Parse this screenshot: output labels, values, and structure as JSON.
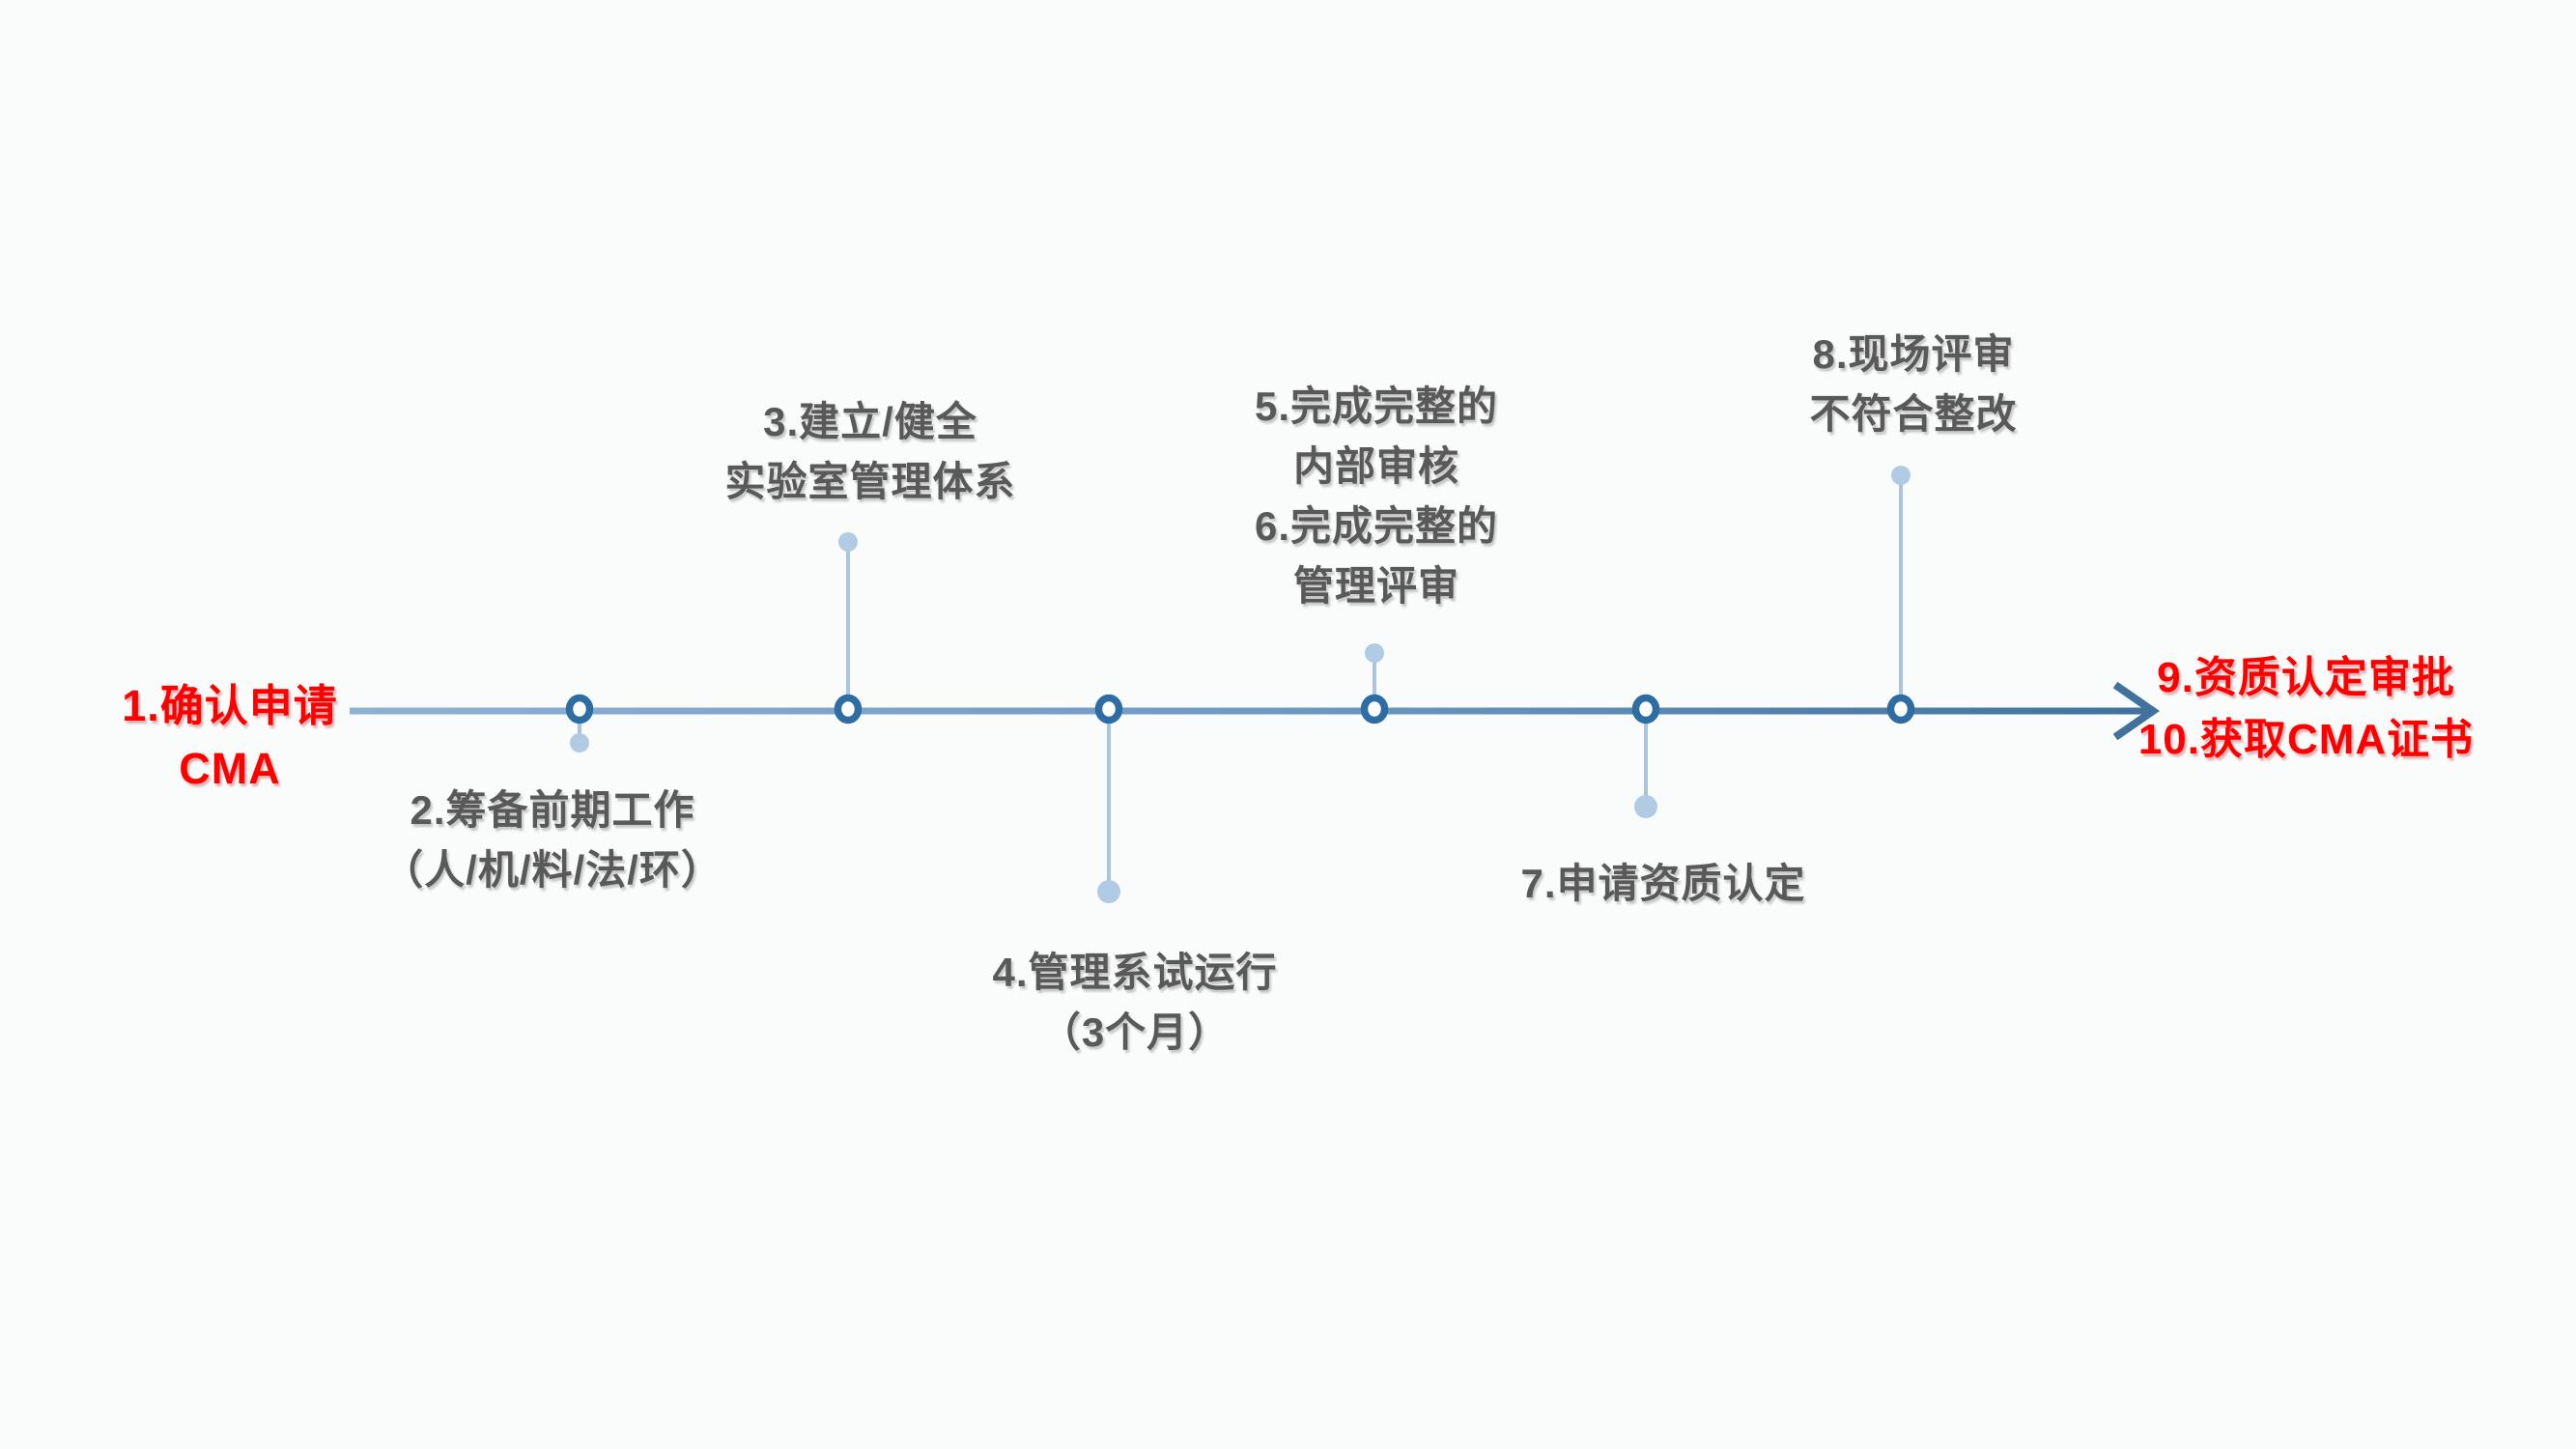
{
  "title": "CMA certification process timeline",
  "colors": {
    "background": "#fafcfc",
    "line_start": "#8fb0d4",
    "line_mid": "#6f9ac6",
    "line_end": "#41719c",
    "arrow": "#41719c",
    "ring": "#2e6da4",
    "ring_fill": "#ffffff",
    "stem": "#a9c5e2",
    "dot": "#b1cbe5",
    "label_gray": "#595959",
    "label_red": "#fe0000"
  },
  "steps": [
    {
      "id": "step-1",
      "placement": "start-left",
      "emphasis": "red",
      "lines": [
        "1.确认申请",
        "CMA"
      ]
    },
    {
      "id": "step-2",
      "placement": "below",
      "emphasis": "gray",
      "lines": [
        "2.筹备前期工作",
        "（人/机/料/法/环）"
      ]
    },
    {
      "id": "step-3",
      "placement": "above",
      "emphasis": "gray",
      "lines": [
        "3.建立/健全",
        "实验室管理体系"
      ]
    },
    {
      "id": "step-4",
      "placement": "below",
      "emphasis": "gray",
      "lines": [
        "4.管理系试运行",
        "（3个月）"
      ]
    },
    {
      "id": "step-5-6",
      "placement": "above",
      "emphasis": "gray",
      "lines": [
        "5.完成完整的",
        "内部审核",
        "6.完成完整的",
        "管理评审"
      ]
    },
    {
      "id": "step-7",
      "placement": "below",
      "emphasis": "gray",
      "lines": [
        "7.申请资质认定"
      ]
    },
    {
      "id": "step-8",
      "placement": "above",
      "emphasis": "gray",
      "lines": [
        "8.现场评审",
        "不符合整改"
      ]
    },
    {
      "id": "step-9-10",
      "placement": "end-right",
      "emphasis": "red",
      "lines": [
        "9.资质认定审批",
        "10.获取CMA证书"
      ]
    }
  ]
}
